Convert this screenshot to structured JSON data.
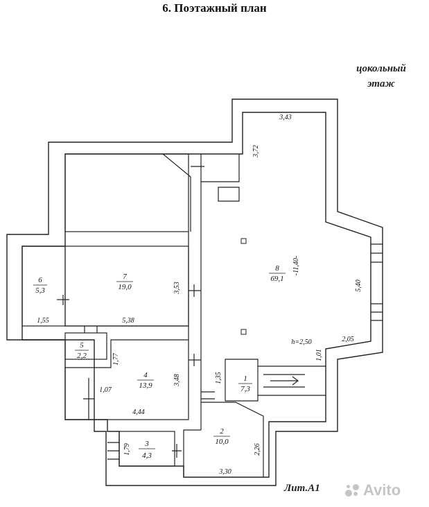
{
  "title": "6. Поэтажный план",
  "floor_label_line1": "цокольный",
  "floor_label_line2": "этаж",
  "footer_label": "Лит.А1",
  "watermark": "Avito",
  "rooms": [
    {
      "num": "1",
      "area": "7,3"
    },
    {
      "num": "2",
      "area": "10,0"
    },
    {
      "num": "3",
      "area": "4,3"
    },
    {
      "num": "4",
      "area": "13,9"
    },
    {
      "num": "5",
      "area": "2,2"
    },
    {
      "num": "6",
      "area": "5,3"
    },
    {
      "num": "7",
      "area": "19,0"
    },
    {
      "num": "8",
      "area": "69,1"
    }
  ],
  "dimensions": {
    "d343": "3,43",
    "d372": "3,72",
    "d1140": "-11,40-",
    "d540": "5,40",
    "d205": "2,05",
    "d101": "1,01",
    "h250": "h=2,50",
    "d353": "3,53",
    "d155": "1,55",
    "d538": "5,38",
    "d177": "1,77",
    "d348": "3,48",
    "d107": "1,07",
    "d444": "4,44",
    "d135": "1,35",
    "d179": "1,79",
    "d226": "2,26",
    "d330": "3,30"
  },
  "colors": {
    "line": "#222222",
    "paper": "#ffffff"
  }
}
